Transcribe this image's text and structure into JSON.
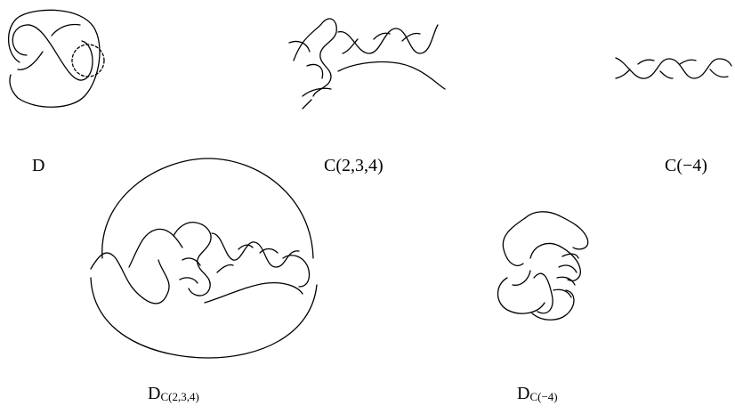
{
  "labels": {
    "d": "D",
    "c234": "C(2,3,4)",
    "cm4": "C(−4)",
    "dc234_main": "D",
    "dc234_sub": "C(2,3,4)",
    "dcm4_main": "D",
    "dcm4_sub": "C(−4)"
  },
  "colors": {
    "stroke": "#000000",
    "background": "#ffffff"
  }
}
